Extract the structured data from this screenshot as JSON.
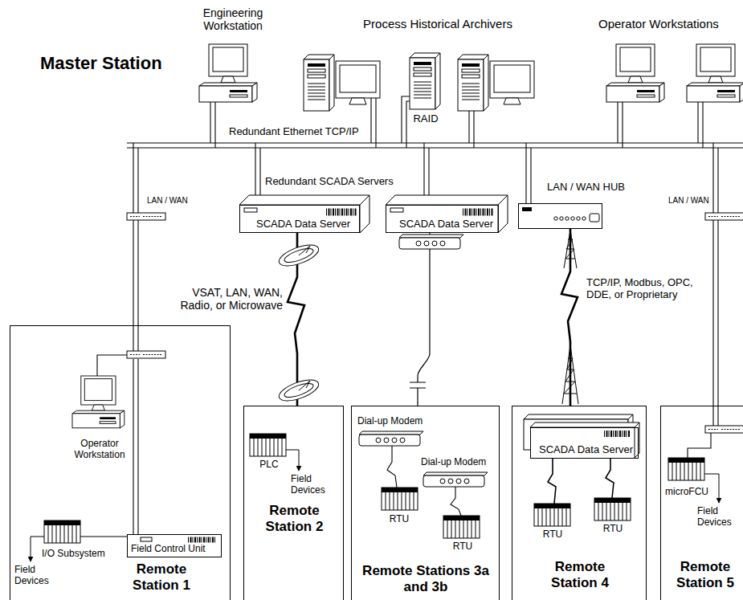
{
  "diagram": {
    "title": "Master Station",
    "nodes": [
      {
        "text": [
          "SCADA Data Server"
        ]
      },
      {
        "text": [
          "SCADA Data Server"
        ]
      },
      {
        "text": [
          "LAN / WAN HUB"
        ]
      },
      {
        "text": [
          "Remote Station 1"
        ]
      },
      {
        "text": [
          "Field Control Unit"
        ],
        "in": 3
      },
      {
        "text": [
          "Remote Station 2"
        ]
      },
      {
        "text": [
          "Remote Stations 3a and 3b"
        ]
      },
      {
        "text": [
          "Remote Station 4"
        ]
      },
      {
        "text": [
          "SCADA Data Server"
        ],
        "in": 7
      },
      {
        "text": [
          "Remote Station 5"
        ]
      }
    ],
    "edges": [
      {
        "from": 0,
        "to": 5,
        "arrow": "none",
        "label": "VSAT, LAN, WAN, Radio, or Microwave"
      },
      {
        "from": 1,
        "to": 6,
        "arrow": "none"
      },
      {
        "from": 2,
        "to": 7,
        "arrow": "none",
        "label": "TCP/IP, Modbus, OPC, DDE, or Proprietary"
      }
    ],
    "labels": [
      "Engineering Workstation",
      "Process Historical Archivers",
      "RAID",
      "Operator Workstations",
      "Redundant Ethernet TCP/IP",
      "Redundant SCADA Servers",
      "LAN / WAN",
      "LAN / WAN",
      "Operator Workstation",
      "I/O Subsystem",
      "Field Devices",
      "PLC",
      "Field Devices",
      "Dial-up Modem",
      "Dial-up Modem",
      "RTU",
      "RTU",
      "RTU",
      "RTU",
      "microFCU",
      "Field Devices"
    ]
  }
}
